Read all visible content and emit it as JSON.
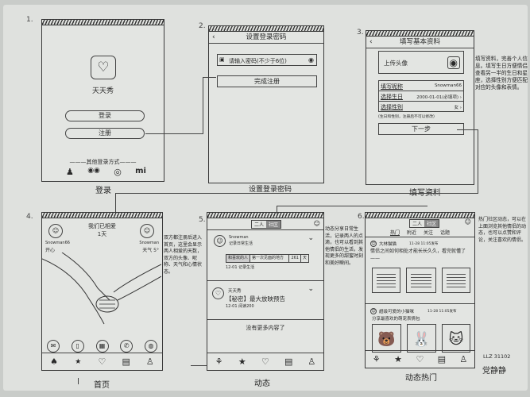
{
  "sheet": {
    "student_id": "LLZ 31102",
    "author_name": "党静静"
  },
  "screens": [
    {
      "number": "1.",
      "caption": "登录",
      "logo_icon": "heart-logo-icon",
      "app_name": "天天秀",
      "buttons": [
        {
          "label": "登录"
        },
        {
          "label": "注册"
        }
      ],
      "other_login_label": "———其他登录方式———",
      "social_icons": [
        {
          "name": "qq-icon",
          "glyph": "♟"
        },
        {
          "name": "wechat-icon",
          "glyph": "◉◉"
        },
        {
          "name": "weibo-icon",
          "glyph": "◎"
        },
        {
          "name": "xiaomi-icon",
          "glyph": "mi"
        }
      ]
    },
    {
      "number": "2.",
      "caption": "设置登录密码",
      "title": "设置登录密码",
      "back_icon": "‹",
      "password_field": {
        "placeholder": "请输入密码(不少于6位)",
        "lock_icon": "🔒",
        "eye_icon": "◉"
      },
      "submit_label": "完成注册"
    },
    {
      "number": "3.",
      "caption": "填写资料",
      "title": "填写基本资料",
      "back_icon": "‹",
      "upload_avatar_label": "上传头像",
      "camera_icon": "📷",
      "form_rows": [
        {
          "label": "填写昵称",
          "value": "Snowman66"
        },
        {
          "label": "选择生日",
          "value": "2000-01-01(必填项) ›"
        },
        {
          "label": "选择性别",
          "value": "女 ›"
        }
      ],
      "form_hint": "(生日和性别，注册后不可以修改)",
      "next_label": "下一步",
      "side_note": "填写资料，完善个人信息。填写生日方便情侣查看另一半的生日和星座，选择性别方便匹配对应的头像和表情。"
    },
    {
      "number": "4.",
      "caption": "首页",
      "together_title": "我们已相爱",
      "together_days": "1天",
      "left_user": {
        "name": "Snowman66",
        "stat": "开心"
      },
      "right_user": {
        "name": "Snowman",
        "stat": "天气 5°"
      },
      "illustration": "holding-hands-illustration",
      "quick_icons": [
        {
          "name": "message-icon",
          "glyph": "✉"
        },
        {
          "name": "album-icon",
          "glyph": "▯"
        },
        {
          "name": "calendar-icon",
          "glyph": "▦"
        },
        {
          "name": "phone-icon",
          "glyph": "✆"
        },
        {
          "name": "location-icon",
          "glyph": "◍"
        }
      ],
      "side_note": "双方都注册后进入首页，这里会显示两人相爱的天数，双方的头像、昵称、天气和心情状态。"
    },
    {
      "number": "5.",
      "caption": "动态",
      "segment_tabs": [
        {
          "label": "二人",
          "active": false
        },
        {
          "label": "社区",
          "active": true
        }
      ],
      "feed": [
        {
          "avatar": "☺",
          "user": "Snowman",
          "subtitle": "记录日常生活",
          "card": {
            "tag": "和喜欢的人",
            "text": "第一次见面的地方",
            "count": "261",
            "unit": "天"
          },
          "meta": "12-01 记录生活"
        },
        {
          "avatar": "♡",
          "user": "天天秀",
          "text": "【秘密】最大放映预告",
          "meta": "12-01 阅读200"
        }
      ],
      "empty_label": "没有更多内容了",
      "side_note": "动态分享日常生活，记录两人的点滴，也可以看到其他情侣的生活，发现更多的甜蜜时刻和美好瞬间。"
    },
    {
      "number": "6.",
      "caption": "动态热门",
      "segment_tabs": [
        {
          "label": "二人",
          "active": false
        },
        {
          "label": "社区",
          "active": true
        }
      ],
      "sub_tabs": [
        {
          "label": "热门",
          "active": true
        },
        {
          "label": "附近",
          "active": false
        },
        {
          "label": "关注",
          "active": false
        },
        {
          "label": "话题",
          "active": false
        }
      ],
      "posts": [
        {
          "user": "大林猫猫",
          "meta": "11-28 11:05发布",
          "text": "情侣之间如何相处才能长长久久，看完就懂了——",
          "media": "text-cards"
        },
        {
          "user": "超级可爱的小猫咪",
          "meta": "11-28 11:05发布",
          "text": "分享最喜欢的萌宠表情包",
          "media": "sticker-images"
        }
      ],
      "side_note": "热门社区动态，可以在上面浏览其他情侣的动态，也可以点赞和评论，关注喜欢的情侣。"
    }
  ],
  "tabbar": [
    {
      "name": "home-icon",
      "glyph": "♠"
    },
    {
      "name": "moments-icon",
      "glyph": "★"
    },
    {
      "name": "love-icon",
      "glyph": "♡"
    },
    {
      "name": "discover-icon",
      "glyph": "▤"
    },
    {
      "name": "profile-icon",
      "glyph": "♙"
    }
  ]
}
